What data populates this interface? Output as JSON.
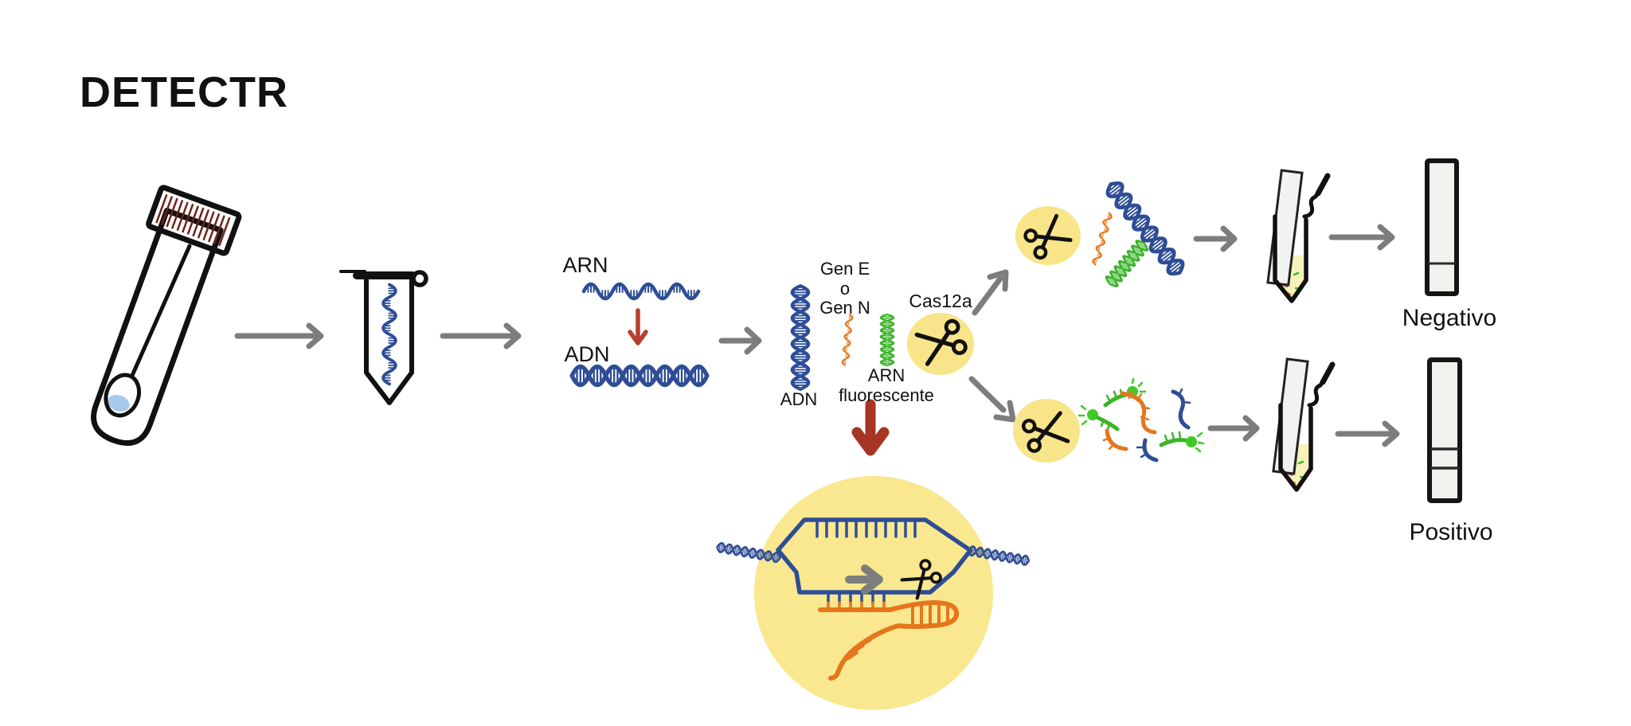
{
  "title": "DETECTR",
  "labels": {
    "arn": "ARN",
    "adn": "ADN",
    "gen_e": "Gen E",
    "o": "o",
    "gen_n": "Gen N",
    "adn_template": "ADN",
    "arn_f1": "ARN",
    "arn_f2": "fluorescente",
    "cas12a": "Cas12a",
    "negativo": "Negativo",
    "positivo": "Positivo"
  },
  "colors": {
    "dna_blue": "#2e4d96",
    "gene_orange": "#e5761e",
    "reporter_green": "#3cb32a",
    "glow_green": "#3ecb26",
    "highlight_yellow": "#f8e58a",
    "detail_yellow": "#f9e88f",
    "arrow_gray": "#7d7d7d",
    "small_arrow_red": "#b5402f",
    "thick_arrow_red": "#a83424",
    "cap_red": "#b04434",
    "liquid_yellow": "#f5f2bb",
    "strip_gray": "#f1f1ee",
    "text_black": "#111111"
  },
  "icons": {
    "scissors-icon": "✂",
    "arrow-right-icon": "→",
    "arrow-up-right-icon": "↗",
    "arrow-down-right-icon": "↘",
    "arrow-down-icon": "↓"
  }
}
